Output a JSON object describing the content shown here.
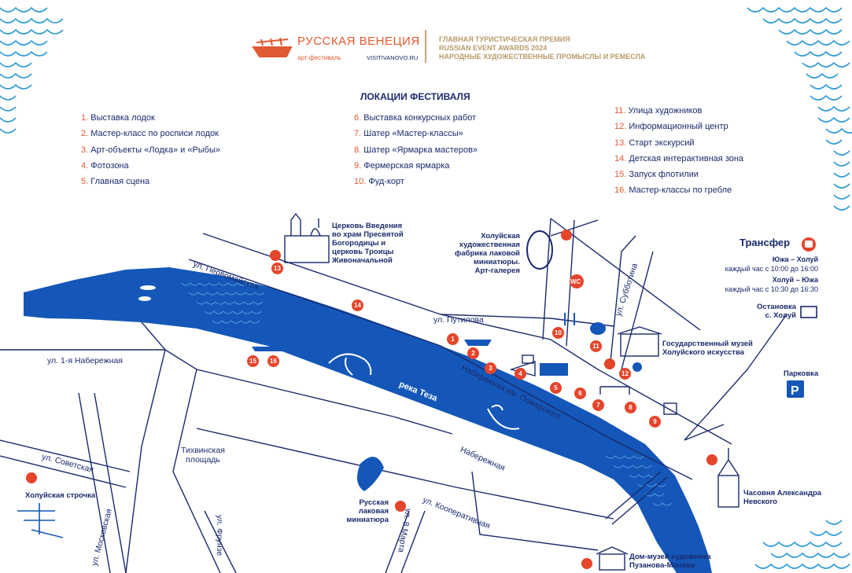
{
  "header": {
    "brand_title": "РУССКАЯ ВЕНЕЦИЯ",
    "brand_subtitle": "арт-фестиваль",
    "brand_site": "VISITIVANOVO.RU",
    "award_line1": "ГЛАВНАЯ ТУРИСТИЧЕСКАЯ ПРЕМИЯ",
    "award_line2": "RUSSIAN EVENT AWARDS 2024",
    "award_line3": "НАРОДНЫЕ ХУДОЖЕСТВЕННЫЕ ПРОМЫСЛЫ И РЕМЕСЛА"
  },
  "legend": {
    "title": "ЛОКАЦИИ ФЕСТИВАЛЯ",
    "col1": [
      {
        "num": "1.",
        "label": "Выставка лодок"
      },
      {
        "num": "2.",
        "label": "Мастер-класс по росписи лодок"
      },
      {
        "num": "3.",
        "label": "Арт-объекты «Лодка» и «Рыбы»"
      },
      {
        "num": "4.",
        "label": "Фотозона"
      },
      {
        "num": "5.",
        "label": "Главная сцена"
      }
    ],
    "col2": [
      {
        "num": "6.",
        "label": "Выставка конкурсных работ"
      },
      {
        "num": "7.",
        "label": "Шатер «Мастер-классы»"
      },
      {
        "num": "8.",
        "label": "Шатер «Ярмарка мастеров»"
      },
      {
        "num": "9.",
        "label": "Фермерская ярмарка"
      },
      {
        "num": "10.",
        "label": "Фуд-корт"
      }
    ],
    "col3": [
      {
        "num": "11.",
        "label": "Улица художников"
      },
      {
        "num": "12.",
        "label": "Информационный центр"
      },
      {
        "num": "13.",
        "label": "Старт экскурсий"
      },
      {
        "num": "14.",
        "label": "Детская интерактивная зона"
      },
      {
        "num": "15.",
        "label": "Запуск флотилии"
      },
      {
        "num": "16.",
        "label": "Мастер-классы по гребле"
      }
    ]
  },
  "streets": {
    "pervomayskaya": "ул. Первомайская",
    "putilova": "ул. Путилова",
    "subbotina": "ул. Субботина",
    "naberezhnaya1": "ул. 1-я Набережная",
    "pozharskogo": "Набережная им. Пожарского",
    "naberezhnaya": "Набережная",
    "sovetskaya": "ул. Советская",
    "moskovskaya": "ул. Московская",
    "frunze": "ул. Фрунзе",
    "marta": "ул. 8 Марта",
    "kooperativnaya": "ул. Кооперативная",
    "tikhvin_line1": "Тихвинская",
    "tikhvin_line2": "площадь",
    "river": "река Теза"
  },
  "places": {
    "church": [
      "Церковь Введения",
      "во храм Пресвятой",
      "Богородицы и",
      "церковь Троицы",
      "Живоначальной"
    ],
    "factory": [
      "Холуйская",
      "художественная",
      "фабрика лаковой",
      "миниатюры.",
      "Арт-галерея"
    ],
    "museum": [
      "Государственный музей",
      "Холуйского искусства"
    ],
    "chapel": [
      "Часовня Александра",
      "Невского"
    ],
    "house_museum": [
      "Дом-музей художника",
      "Пузанова-Молёва"
    ],
    "lacquer": [
      "Русская",
      "лаковая",
      "миниатюра"
    ],
    "strochka": "Холуйская строчка",
    "parking": "Парковка",
    "stop": [
      "Остановка",
      "с. Холуй"
    ],
    "wc": "WC"
  },
  "transfer": {
    "title": "Трансфер",
    "route1": "Южа – Холуй",
    "time1": "каждый час с 10:00 до 16:00",
    "route2": "Холуй – Южа",
    "time2": "каждый час с 10:30 до 16:30"
  },
  "markers": [
    "1",
    "2",
    "3",
    "4",
    "5",
    "6",
    "7",
    "8",
    "9",
    "10",
    "11",
    "12",
    "13",
    "14",
    "15",
    "16"
  ],
  "colors": {
    "navy": "#1a2a6c",
    "river": "#1457b8",
    "accent": "#e5452b",
    "gold": "#b89a6a"
  }
}
